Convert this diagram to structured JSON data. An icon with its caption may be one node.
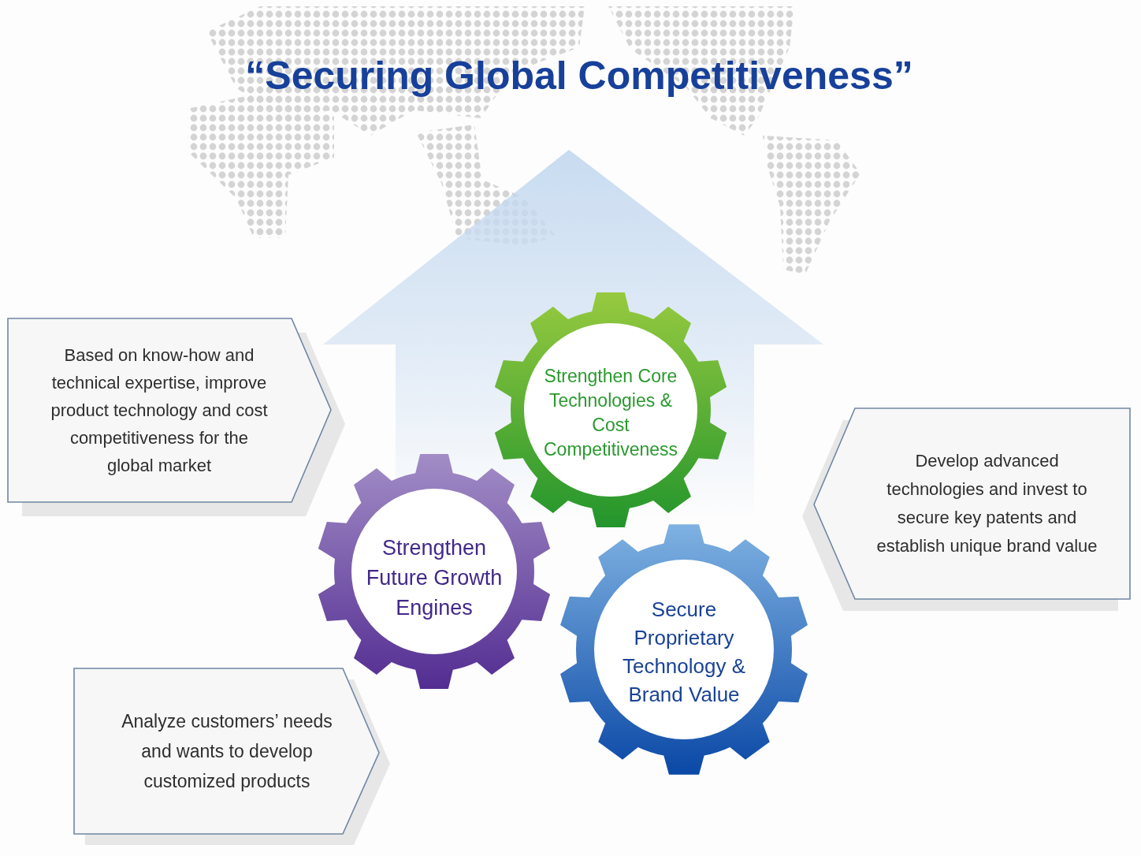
{
  "diagram": {
    "title": "“Securing Global Competitiveness”",
    "nodes": [
      {
        "text": [
          "Based on know-how and technical expertise, improve product technology and cost competitiveness for the global market"
        ]
      },
      {
        "text": [
          "Strengthen Core Technologies & Cost Competitiveness"
        ]
      },
      {
        "text": [
          "Develop advanced technologies and invest to secure key patents and establish unique brand value"
        ]
      },
      {
        "text": [
          "Strengthen Future Growth Engines"
        ]
      },
      {
        "text": [
          "Secure Proprietary Technology & Brand Value"
        ]
      },
      {
        "text": [
          "Analyze customers’ needs and wants to develop customized products"
        ]
      }
    ]
  }
}
